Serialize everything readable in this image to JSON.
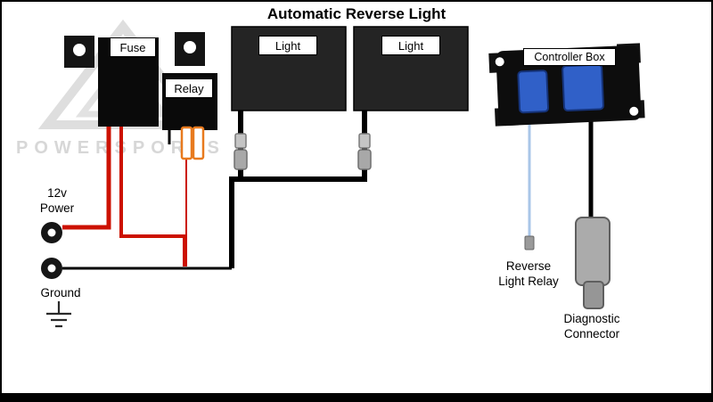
{
  "title": "Automatic Reverse Light",
  "watermark": {
    "text": "POWERSPORTS"
  },
  "components": {
    "fuse": {
      "label": "Fuse"
    },
    "relay": {
      "label": "Relay"
    },
    "light_left": {
      "label": "Light"
    },
    "light_right": {
      "label": "Light"
    },
    "controller_box": {
      "label": "Controller Box"
    }
  },
  "labels": {
    "power": {
      "line1": "12v",
      "line2": "Power"
    },
    "ground": "Ground",
    "reverse_light_relay": {
      "line1": "Reverse",
      "line2": "Light Relay"
    },
    "diagnostic_connector": {
      "line1": "Diagnostic",
      "line2": "Connector"
    }
  },
  "colors": {
    "wire_red": "#cc1100",
    "wire_black": "#000000",
    "wire_light_blue": "#a9c6e8",
    "connector_orange": "#e87a1e",
    "connector_blue": "#3060c8",
    "connector_gray": "#a8a8a8",
    "watermark_gray": "#d7d7d7"
  }
}
